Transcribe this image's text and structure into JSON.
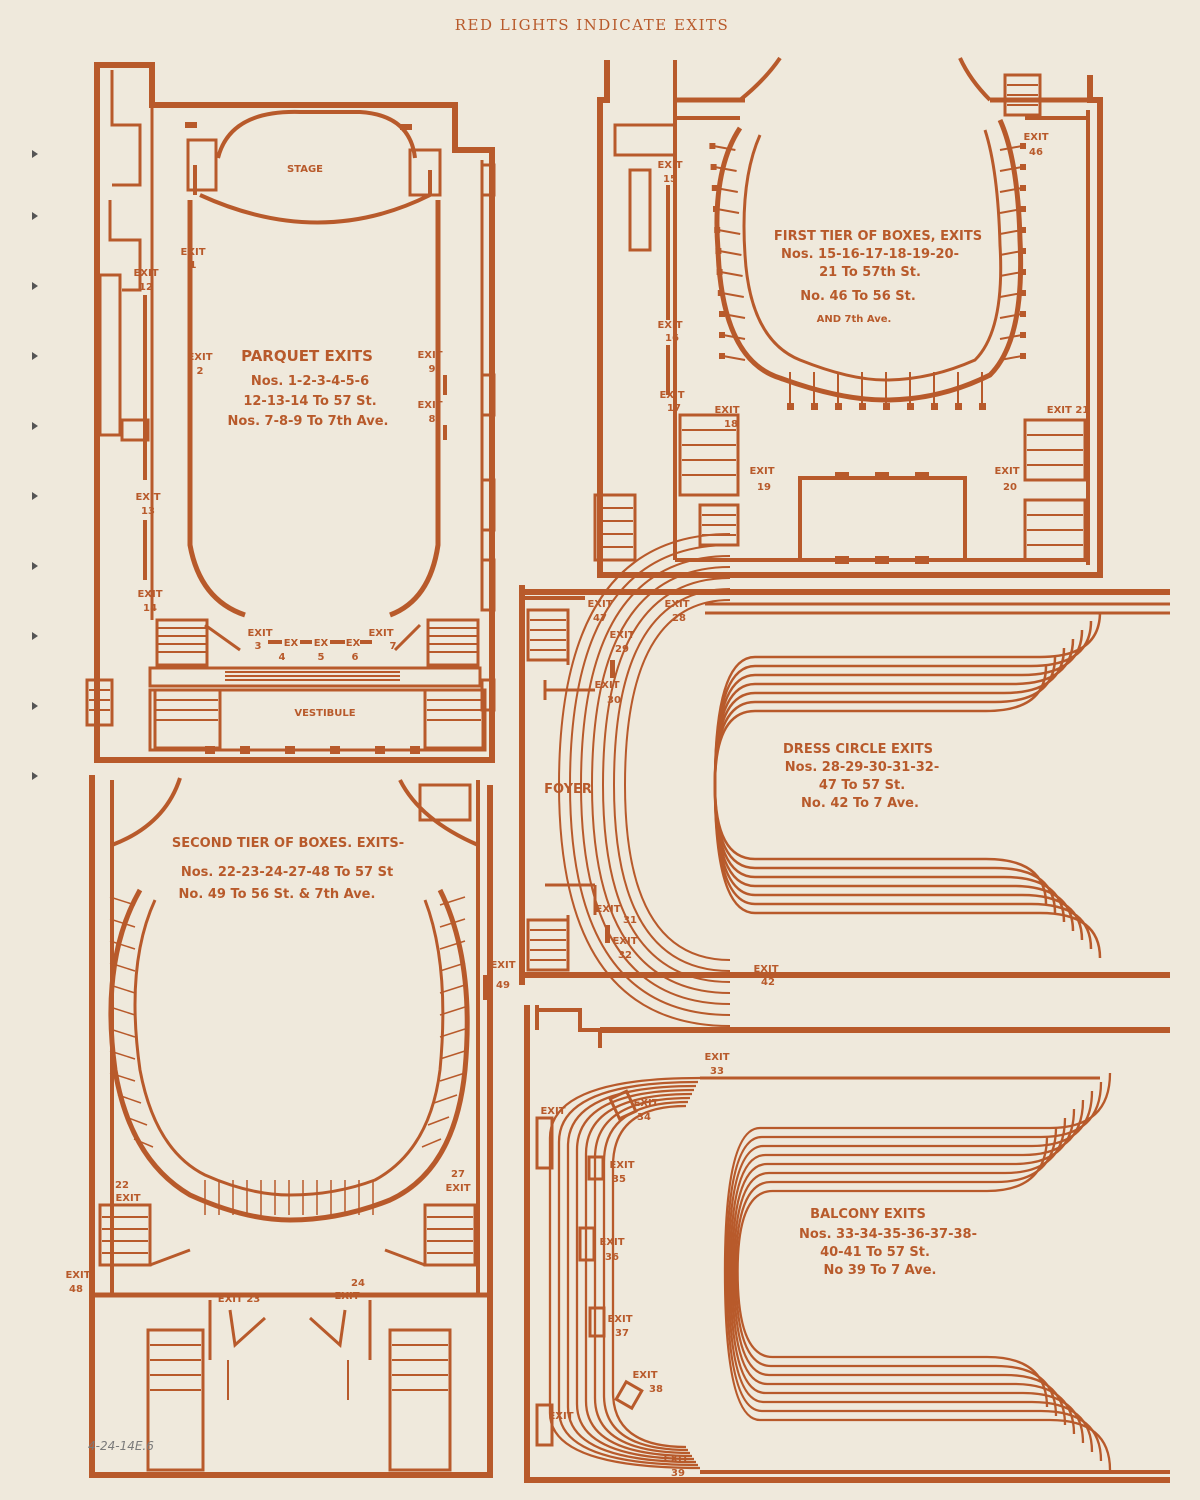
{
  "header": "RED LIGHTS INDICATE EXITS",
  "accession_note": "4-24-14E.6",
  "ink_color": "#b85a2b",
  "paper_color": "#efe9dc",
  "parquet": {
    "stage": "STAGE",
    "vestibule": "VESTIBULE",
    "title": "PARQUET EXITS",
    "line1": "Nos. 1-2-3-4-5-6",
    "line2": "12-13-14 To 57 St.",
    "line3": "Nos. 7-8-9 To 7th Ave.",
    "exits": {
      "e1": [
        "EXIT",
        "1"
      ],
      "e2": [
        "EXIT",
        "2"
      ],
      "e12": [
        "EXIT",
        "12"
      ],
      "e13": [
        "EXIT",
        "13"
      ],
      "e14": [
        "EXIT",
        "14"
      ],
      "e9": [
        "EXIT",
        "9"
      ],
      "e8": [
        "EXIT",
        "8"
      ],
      "e3": [
        "EXIT",
        "3"
      ],
      "e4": [
        "EX",
        "4"
      ],
      "e5": [
        "EX",
        "5"
      ],
      "e6": [
        "EX",
        "6"
      ],
      "e7": [
        "EXIT",
        "7"
      ]
    }
  },
  "first_tier": {
    "title": "FIRST TIER OF BOXES, EXITS",
    "line1": "Nos. 15-16-17-18-19-20-",
    "line2": "21 To 57th St.",
    "line3": "No. 46 To 56 St.",
    "line4": "AND 7th Ave.",
    "exits": {
      "e15": [
        "EXIT",
        "15"
      ],
      "e16": [
        "EXIT",
        "16"
      ],
      "e17": [
        "EXIT",
        "17"
      ],
      "e18": [
        "EXIT",
        "18"
      ],
      "e19": [
        "EXIT",
        "19"
      ],
      "e20": [
        "EXIT",
        "20"
      ],
      "e21": [
        "EXIT 21",
        ""
      ],
      "e46": [
        "EXIT",
        "46"
      ]
    }
  },
  "dress_circle": {
    "foyer": "FOYER",
    "title": "DRESS CIRCLE EXITS",
    "line1": "Nos. 28-29-30-31-32-",
    "line2": "47 To 57 St.",
    "line3": "No. 42 To 7 Ave.",
    "exits": {
      "e47": [
        "EXIT",
        "47"
      ],
      "e28": [
        "EXIT",
        "28"
      ],
      "e29": [
        "EXIT",
        "29"
      ],
      "e30": [
        "EXIT",
        "30"
      ],
      "e31": [
        "EXIT",
        "31"
      ],
      "e32": [
        "EXIT",
        "32"
      ],
      "e42": [
        "EXIT",
        "42"
      ]
    }
  },
  "second_tier": {
    "title": "SECOND TIER OF BOXES. EXITS-",
    "line1": "Nos. 22-23-24-27-48 To 57 St",
    "line2": "No. 49 To 56 St. & 7th Ave.",
    "exits": {
      "e49": [
        "EXIT",
        "49"
      ],
      "e22": [
        "22",
        "EXIT"
      ],
      "e27": [
        "27",
        "EXIT"
      ],
      "e48": [
        "EXIT",
        "48"
      ],
      "e23": [
        "EXIT 23",
        ""
      ],
      "e24": [
        "24",
        "EXIT"
      ]
    }
  },
  "balcony": {
    "title": "BALCONY EXITS",
    "line1": "Nos. 33-34-35-36-37-38-",
    "line2": "40-41 To 57 St.",
    "line3": "No 39 To 7 Ave.",
    "exits": {
      "e33": [
        "EXIT",
        "33"
      ],
      "e34": [
        "EXIT",
        "34"
      ],
      "e35": [
        "EXIT",
        "35"
      ],
      "e36": [
        "EXIT",
        "36"
      ],
      "e37": [
        "EXIT",
        "37"
      ],
      "e38": [
        "EXIT",
        "38"
      ],
      "e39": [
        "EXIT",
        "39"
      ],
      "eL1": [
        "EXIT",
        ""
      ],
      "eL2": [
        "EXIT",
        ""
      ]
    }
  }
}
